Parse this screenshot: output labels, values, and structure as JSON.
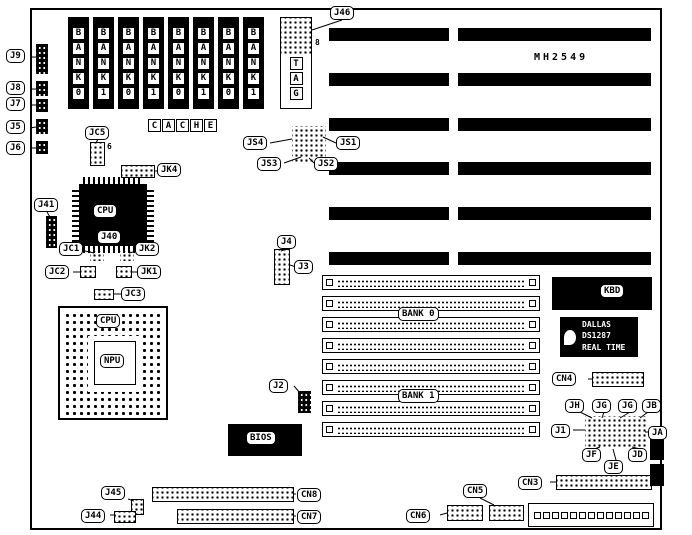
{
  "board": {
    "silkscreen": "MH2549",
    "cache": {
      "chips": [
        "BANK0",
        "BANK1",
        "BANK0",
        "BANK1",
        "BANK0",
        "BANK1",
        "BANK0",
        "BANK1"
      ],
      "tag": "TAG",
      "label": "CACHE"
    },
    "dallas": {
      "line1": "DALLAS",
      "line2": "DS1287",
      "line3": "REAL TIME"
    },
    "pin_markers": [
      {
        "id": "j46-pin",
        "text": "8"
      },
      {
        "id": "jc5-pin",
        "text": "6"
      }
    ],
    "callouts": [
      {
        "id": "j46",
        "text": "J46"
      },
      {
        "id": "j9",
        "text": "J9"
      },
      {
        "id": "j8",
        "text": "J8"
      },
      {
        "id": "j7",
        "text": "J7"
      },
      {
        "id": "j5",
        "text": "J5"
      },
      {
        "id": "j6",
        "text": "J6"
      },
      {
        "id": "jc5",
        "text": "JC5"
      },
      {
        "id": "jk4",
        "text": "JK4"
      },
      {
        "id": "j41",
        "text": "J41"
      },
      {
        "id": "cpu_qfp",
        "text": "CPU"
      },
      {
        "id": "j40",
        "text": "J40"
      },
      {
        "id": "jc1",
        "text": "JC1"
      },
      {
        "id": "jk2",
        "text": "JK2"
      },
      {
        "id": "jc2",
        "text": "JC2"
      },
      {
        "id": "jk1",
        "text": "JK1"
      },
      {
        "id": "jc3",
        "text": "JC3"
      },
      {
        "id": "js4",
        "text": "JS4"
      },
      {
        "id": "js1",
        "text": "JS1"
      },
      {
        "id": "js3",
        "text": "JS3"
      },
      {
        "id": "js2",
        "text": "JS2"
      },
      {
        "id": "j4",
        "text": "J4"
      },
      {
        "id": "j3",
        "text": "J3"
      },
      {
        "id": "cpu_pga",
        "text": "CPU"
      },
      {
        "id": "npu",
        "text": "NPU"
      },
      {
        "id": "j2",
        "text": "J2"
      },
      {
        "id": "bank0",
        "text": "BANK 0"
      },
      {
        "id": "bank1",
        "text": "BANK 1"
      },
      {
        "id": "bios",
        "text": "BIOS"
      },
      {
        "id": "kbd",
        "text": "KBD"
      },
      {
        "id": "cn4",
        "text": "CN4"
      },
      {
        "id": "jh",
        "text": "JH"
      },
      {
        "id": "jg1",
        "text": "JG"
      },
      {
        "id": "jg2",
        "text": "JG"
      },
      {
        "id": "jb",
        "text": "JB"
      },
      {
        "id": "j1",
        "text": "J1"
      },
      {
        "id": "ja",
        "text": "JA"
      },
      {
        "id": "jf",
        "text": "JF"
      },
      {
        "id": "jd",
        "text": "JD"
      },
      {
        "id": "je",
        "text": "JE"
      },
      {
        "id": "cn3",
        "text": "CN3"
      },
      {
        "id": "cn5",
        "text": "CN5"
      },
      {
        "id": "cn6",
        "text": "CN6"
      },
      {
        "id": "cn8",
        "text": "CN8"
      },
      {
        "id": "cn7",
        "text": "CN7"
      },
      {
        "id": "j45",
        "text": "J45"
      },
      {
        "id": "j44",
        "text": "J44"
      }
    ]
  }
}
